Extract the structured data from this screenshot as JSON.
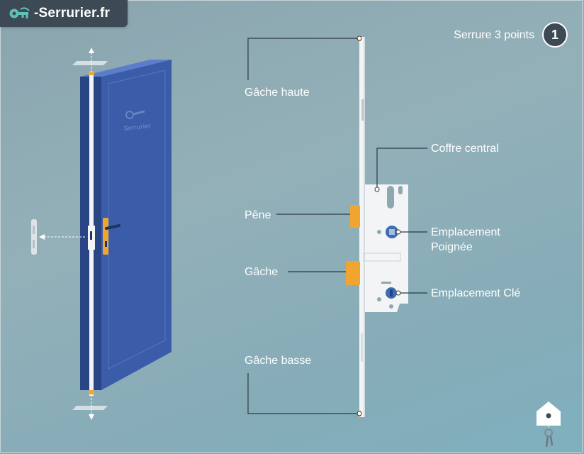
{
  "brand": {
    "name": "-Serrurier.fr",
    "logo_icon": "key-logo-icon",
    "door_logo_text": "Serrurier"
  },
  "header": {
    "title": "Serrure 3 points",
    "step": "1"
  },
  "labels": {
    "gache_haute": "Gâche haute",
    "coffre_central": "Coffre central",
    "pene": "Pêne",
    "emplacement_poignee_1": "Emplacement",
    "emplacement_poignee_2": "Poignée",
    "gache": "Gâche",
    "emplacement_cle": "Emplacement Clé",
    "gache_basse": "Gâche basse"
  },
  "colors": {
    "door_blue": "#3b5ca8",
    "accent_orange": "#f0a531",
    "cylinder_blue": "#3e6db5",
    "header_dark": "#3d4a55"
  }
}
